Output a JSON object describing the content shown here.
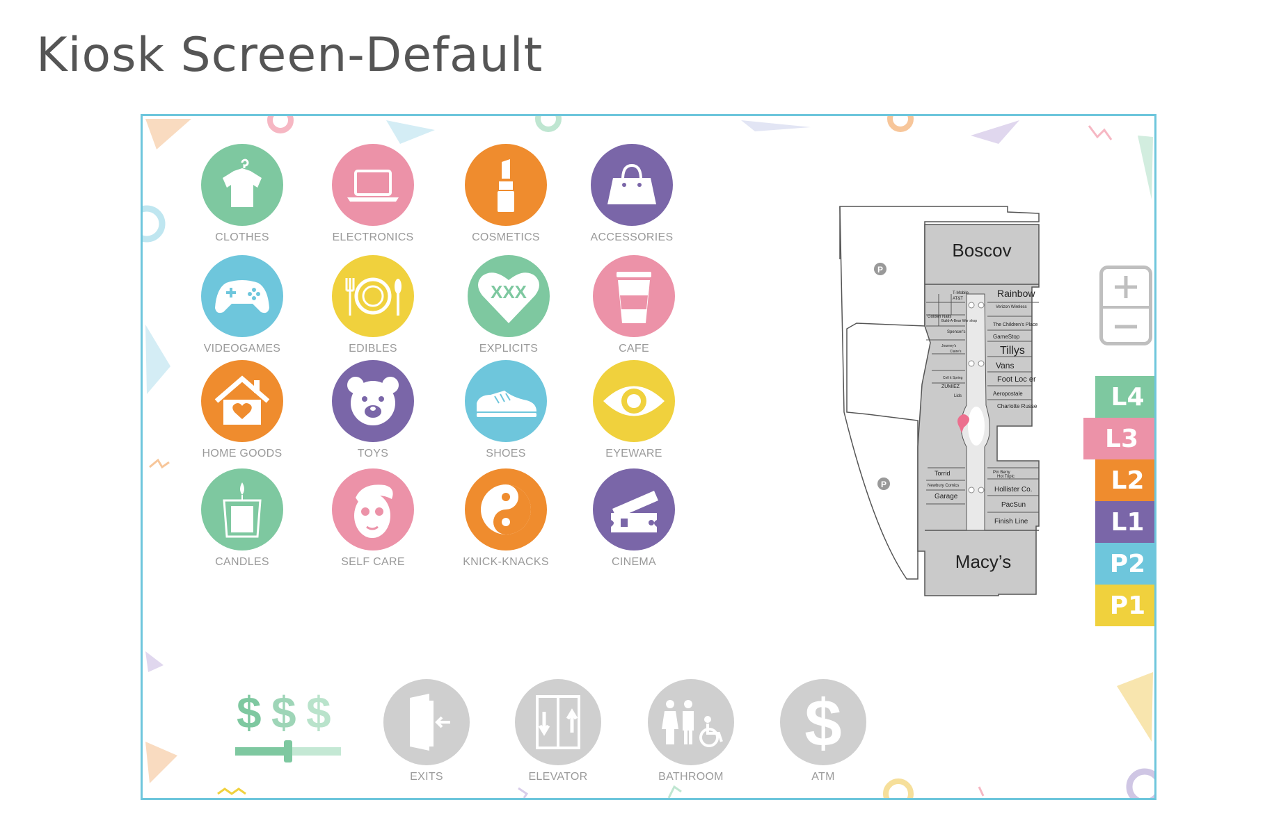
{
  "title": "Kiosk Screen-Default",
  "categories": [
    {
      "label": "CLOTHES",
      "icon": "shirt-icon",
      "color": "#7ec8a0"
    },
    {
      "label": "ELECTRONICS",
      "icon": "laptop-icon",
      "color": "#ec92a8"
    },
    {
      "label": "COSMETICS",
      "icon": "lipstick-icon",
      "color": "#ef8c2e"
    },
    {
      "label": "ACCESSORIES",
      "icon": "handbag-icon",
      "color": "#7a66a8"
    },
    {
      "label": "VIDEOGAMES",
      "icon": "gamepad-icon",
      "color": "#6ec6dc"
    },
    {
      "label": "EDIBLES",
      "icon": "plate-icon",
      "color": "#f0d13d"
    },
    {
      "label": "EXPLICITS",
      "icon": "xxx-heart-icon",
      "color": "#7ec8a0"
    },
    {
      "label": "CAFE",
      "icon": "coffee-cup-icon",
      "color": "#ec92a8"
    },
    {
      "label": "HOME GOODS",
      "icon": "house-icon",
      "color": "#ef8c2e"
    },
    {
      "label": "TOYS",
      "icon": "teddy-bear-icon",
      "color": "#7a66a8"
    },
    {
      "label": "SHOES",
      "icon": "sneaker-icon",
      "color": "#6ec6dc"
    },
    {
      "label": "EYEWARE",
      "icon": "eye-icon",
      "color": "#f0d13d"
    },
    {
      "label": "CANDLES",
      "icon": "candle-icon",
      "color": "#7ec8a0"
    },
    {
      "label": "SELF CARE",
      "icon": "face-mask-icon",
      "color": "#ec92a8"
    },
    {
      "label": "KNICK-KNACKS",
      "icon": "yin-yang-icon",
      "color": "#ef8c2e"
    },
    {
      "label": "CINEMA",
      "icon": "ticket-icon",
      "color": "#7a66a8"
    }
  ],
  "services": [
    {
      "label": "EXITS",
      "icon": "exit-door-icon"
    },
    {
      "label": "ELEVATOR",
      "icon": "elevator-icon"
    },
    {
      "label": "BATHROOM",
      "icon": "restroom-icon"
    },
    {
      "label": "ATM",
      "icon": "dollar-icon"
    }
  ],
  "price_filter": {
    "symbols": [
      "$",
      "$",
      "$"
    ],
    "level": 0.5
  },
  "map": {
    "anchors": {
      "top": "Boscov",
      "bottom": "Macy’s"
    },
    "parking_symbol": "P",
    "stores_right": [
      "Rainbow",
      "Verizon Wireless",
      "The Children's Place",
      "GameStop",
      "Tillys",
      "Vans",
      "Foot Loc  er",
      "Aeropostale",
      "Charlotte Russe",
      "Pin   Berry",
      "Hot Topic",
      "Hollister Co.",
      "PacSun",
      "Finish Line"
    ],
    "stores_left": [
      "T-Mobile",
      "AT&T",
      "Golden Nails",
      "Build-A-Bear Wor shop",
      "Spencer's",
      "Journey's",
      "Claire's",
      "Cell it Spring",
      "ZUMIEZ",
      "Lids",
      "Torrid",
      "Newbury Comics",
      "Garage"
    ]
  },
  "zoom": {
    "plus": "+",
    "minus": "−"
  },
  "levels": [
    {
      "label": "L4",
      "color": "#7ec8a0"
    },
    {
      "label": "L3",
      "color": "#ec92a8"
    },
    {
      "label": "L2",
      "color": "#ef8c2e"
    },
    {
      "label": "L1",
      "color": "#7a66a8"
    },
    {
      "label": "P2",
      "color": "#6ec6dc"
    },
    {
      "label": "P1",
      "color": "#f0d13d"
    }
  ],
  "active_level": "L3"
}
